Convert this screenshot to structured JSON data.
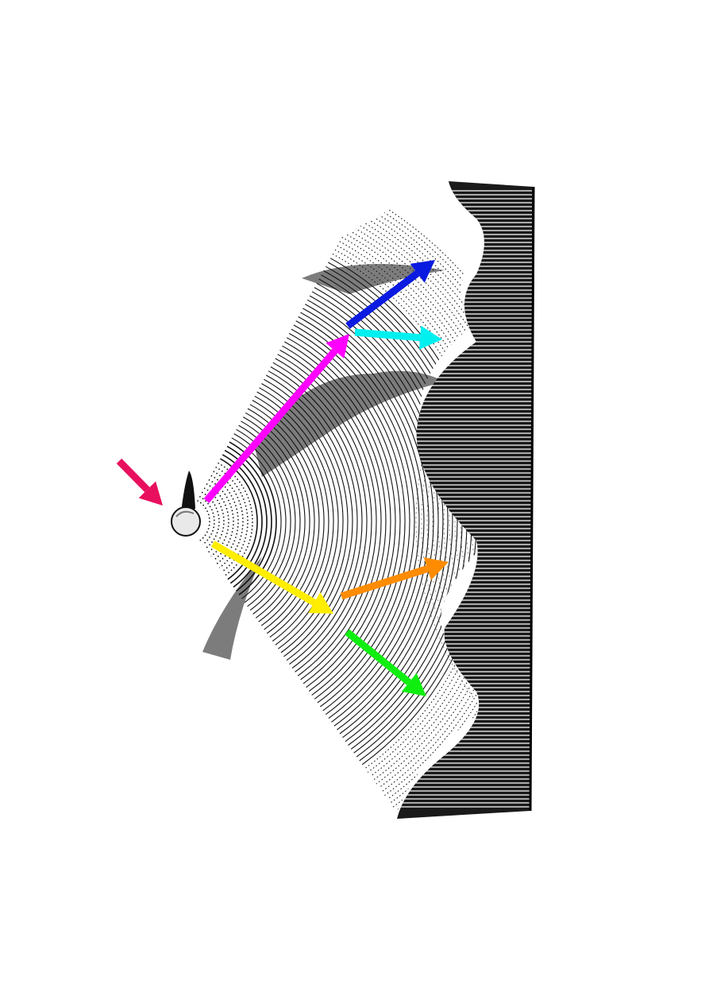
{
  "figure": {
    "palette": {
      "background": "#ffffff",
      "ink": "#111111",
      "wall": "#1a1a1a"
    },
    "arrows": [
      {
        "id": "incident",
        "color": "#e8105e"
      },
      {
        "id": "magenta",
        "color": "#ff00ff"
      },
      {
        "id": "yellow",
        "color": "#ffee00"
      },
      {
        "id": "blue",
        "color": "#0a1ae0"
      },
      {
        "id": "cyan",
        "color": "#00f0f0"
      },
      {
        "id": "orange",
        "color": "#ff8c00"
      },
      {
        "id": "green",
        "color": "#10ee10"
      }
    ]
  }
}
